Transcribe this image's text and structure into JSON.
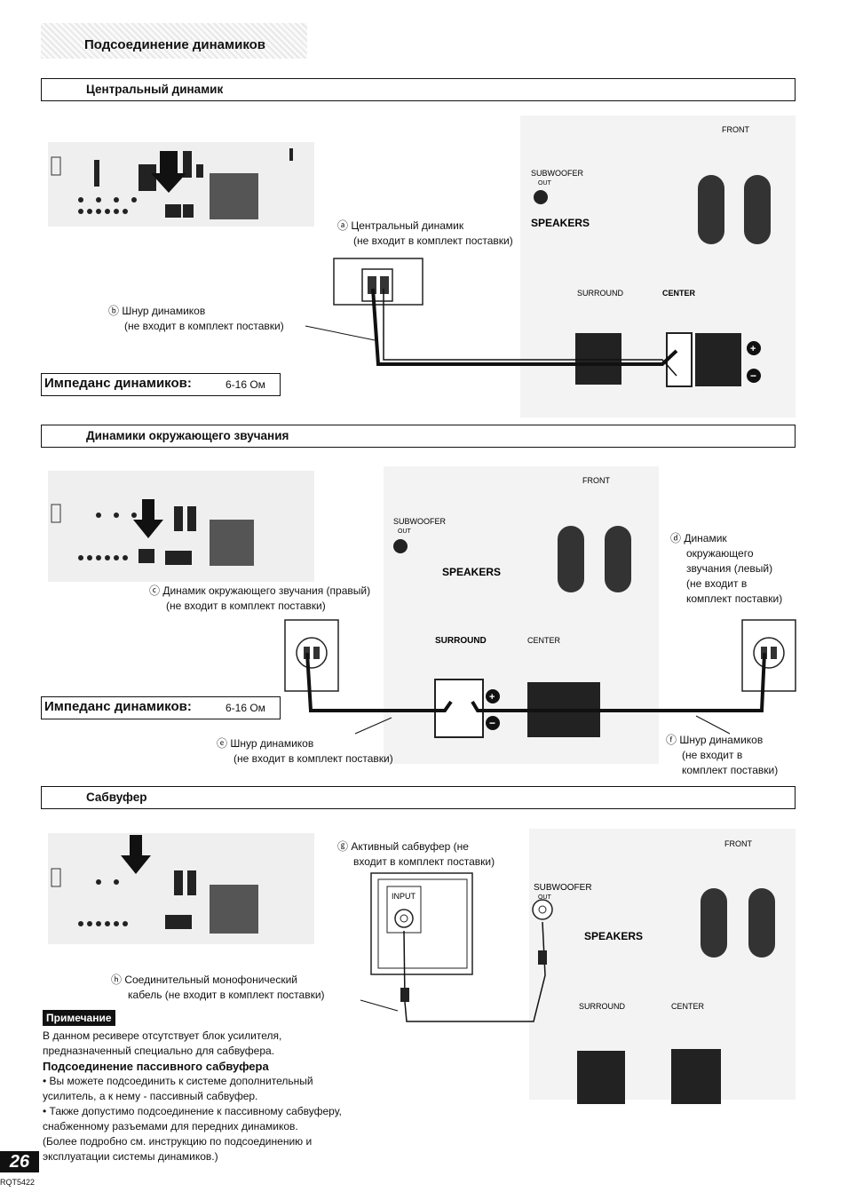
{
  "page": {
    "title": "Подсоединение динамиков",
    "number": "26",
    "code": "RQT5422"
  },
  "sections": {
    "center": {
      "header": "Центральный динамик",
      "speaker_caption_1": "ⓐ Центральный динамик",
      "speaker_caption_2": "(не входит в комплект поставки)",
      "cord_caption_1": "ⓑ Шнур динамиков",
      "cord_caption_2": "(не входит в комплект поставки)",
      "impedance_label": "Импеданс динамиков:",
      "impedance_value": "6-16 Ом"
    },
    "surround": {
      "header": "Динамики окружающего звучания",
      "right_caption_1": "ⓒ Динамик окружающего звучания (правый)",
      "right_caption_2": "(не входит в комплект поставки)",
      "left_caption": [
        "ⓓ Динамик",
        "окружающего",
        "звучания (левый)",
        "(не входит в",
        "комплект поставки)"
      ],
      "cord_e_1": "ⓔ Шнур динамиков",
      "cord_e_2": "(не входит в комплект поставки)",
      "cord_f": [
        "ⓕ Шнур динамиков",
        "(не входит в",
        "комплект поставки)"
      ],
      "impedance_label": "Импеданс динамиков:",
      "impedance_value": "6-16 Ом"
    },
    "subwoofer": {
      "header": "Сабвуфер",
      "active_caption_1": "ⓖ Активный сабвуфер (не",
      "active_caption_2": "входит в комплект поставки)",
      "cable_caption_1": "ⓗ Соединительный монофонический",
      "cable_caption_2": "кабель (не входит в комплект поставки)",
      "input_label": "INPUT"
    }
  },
  "panel_labels": {
    "front": "FRONT",
    "subwoofer": "SUBWOOFER",
    "out": "OUT",
    "speakers": "SPEAKERS",
    "surround": "SURROUND",
    "center": "CENTER"
  },
  "note": {
    "tag": "Примечание",
    "text": "В данном ресивере отсутствует блок усилителя, предназначенный специально для сабвуфера.",
    "subheading": "Подсоединение пассивного сабвуфера",
    "bullet1": "• Вы можете подсоединить к системе дополнительный усилитель, а к нему - пассивный сабвуфер.",
    "bullet2": "• Также допустимо подсоединение к пассивному сабвуферу, снабженному разъемами для передних динамиков.",
    "more": "(Более подробно см. инструкцию по подсоединению и эксплуатации системы динамиков.)"
  }
}
